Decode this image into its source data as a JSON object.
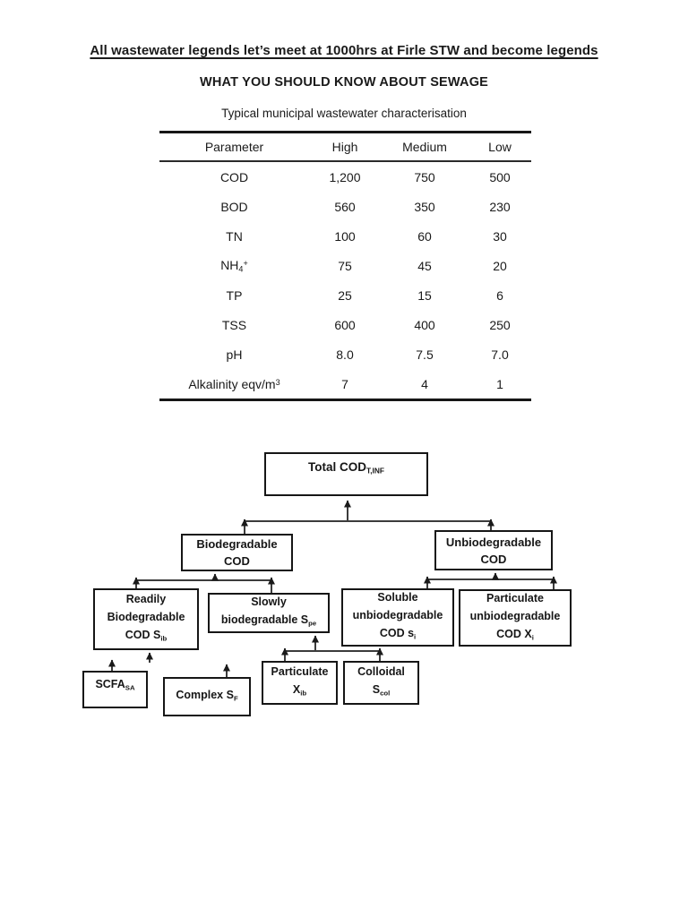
{
  "page": {
    "title": "All wastewater legends let’s meet at 1000hrs at Firle STW and become legends",
    "subtitle": "WHAT YOU SHOULD KNOW ABOUT SEWAGE"
  },
  "table": {
    "caption": "Typical municipal wastewater characterisation",
    "headers": [
      "Parameter",
      "High",
      "Medium",
      "Low"
    ],
    "rows": [
      {
        "param": [
          {
            "t": "COD"
          }
        ],
        "values": [
          "1,200",
          "750",
          "500"
        ]
      },
      {
        "param": [
          {
            "t": "BOD"
          }
        ],
        "values": [
          "560",
          "350",
          "230"
        ]
      },
      {
        "param": [
          {
            "t": "TN"
          }
        ],
        "values": [
          "100",
          "60",
          "30"
        ]
      },
      {
        "param": [
          {
            "t": "NH"
          },
          {
            "t": "4",
            "s": "sub"
          },
          {
            "t": "+",
            "s": "sup"
          }
        ],
        "values": [
          "75",
          "45",
          "20"
        ]
      },
      {
        "param": [
          {
            "t": "TP"
          }
        ],
        "values": [
          "25",
          "15",
          "6"
        ]
      },
      {
        "param": [
          {
            "t": "TSS"
          }
        ],
        "values": [
          "600",
          "400",
          "250"
        ]
      },
      {
        "param": [
          {
            "t": "pH"
          }
        ],
        "values": [
          "8.0",
          "7.5",
          "7.0"
        ]
      },
      {
        "param": [
          {
            "t": "Alkalinity eqv/m"
          },
          {
            "t": "3",
            "s": "sup"
          }
        ],
        "values": [
          "7",
          "4",
          "1"
        ]
      }
    ]
  },
  "flowchart": {
    "nodes": {
      "total": {
        "lines": [
          [
            {
              "t": "Total COD"
            },
            {
              "t": "T,INF",
              "s": "sub"
            }
          ]
        ]
      },
      "biodegradable": {
        "lines": [
          [
            {
              "t": "Biodegradable"
            }
          ],
          [
            {
              "t": "COD"
            }
          ]
        ]
      },
      "unbiodegradable": {
        "lines": [
          [
            {
              "t": "Unbiodegradable"
            }
          ],
          [
            {
              "t": "COD"
            }
          ]
        ]
      },
      "readily": {
        "lines": [
          [
            {
              "t": "Readily"
            }
          ],
          [
            {
              "t": "Biodegradable"
            }
          ],
          [
            {
              "t": "COD S"
            },
            {
              "t": "ib",
              "s": "sub"
            }
          ]
        ]
      },
      "slowly": {
        "lines": [
          [
            {
              "t": "Slowly"
            }
          ],
          [
            {
              "t": "biodegradable S"
            },
            {
              "t": "pe",
              "s": "sub"
            }
          ]
        ]
      },
      "soluble": {
        "lines": [
          [
            {
              "t": "Soluble"
            }
          ],
          [
            {
              "t": "unbiodegradable"
            }
          ],
          [
            {
              "t": "COD s"
            },
            {
              "t": "i",
              "s": "sub"
            }
          ]
        ]
      },
      "particulate_unbio": {
        "lines": [
          [
            {
              "t": "Particulate"
            }
          ],
          [
            {
              "t": "unbiodegradable"
            }
          ],
          [
            {
              "t": "COD X"
            },
            {
              "t": "i",
              "s": "sub"
            }
          ]
        ]
      },
      "scfa": {
        "lines": [
          [
            {
              "t": "SCFA"
            },
            {
              "t": "SA",
              "s": "sub"
            }
          ]
        ]
      },
      "complex": {
        "lines": [
          [
            {
              "t": "Complex S"
            },
            {
              "t": "F",
              "s": "sub"
            }
          ]
        ]
      },
      "particulate_x": {
        "lines": [
          [
            {
              "t": "Particulate"
            }
          ],
          [
            {
              "t": "X"
            },
            {
              "t": "ib",
              "s": "sub"
            }
          ]
        ]
      },
      "colloidal": {
        "lines": [
          [
            {
              "t": "Colloidal"
            }
          ],
          [
            {
              "t": "S"
            },
            {
              "t": "col",
              "s": "sub"
            }
          ]
        ]
      }
    },
    "colors": {
      "ink": "#1a1a1a",
      "connector": "#3c3c3c",
      "connector_faded": "#cccccc"
    }
  }
}
